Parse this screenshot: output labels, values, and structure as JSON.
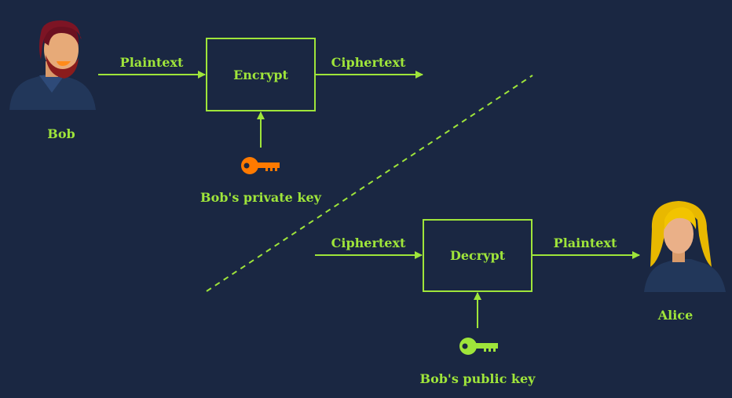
{
  "people": {
    "bob": {
      "name": "Bob"
    },
    "alice": {
      "name": "Alice"
    }
  },
  "encrypt": {
    "box_label": "Encrypt",
    "input_label": "Plaintext",
    "output_label": "Ciphertext",
    "key_label": "Bob's private key",
    "key_icon": "key-icon",
    "key_color": "#ff7a00"
  },
  "decrypt": {
    "box_label": "Decrypt",
    "input_label": "Ciphertext",
    "output_label": "Plaintext",
    "key_label": "Bob's public key",
    "key_icon": "key-icon",
    "key_color": "#9fe53a"
  },
  "colors": {
    "background": "#1a2742",
    "accent": "#9fe53a"
  }
}
